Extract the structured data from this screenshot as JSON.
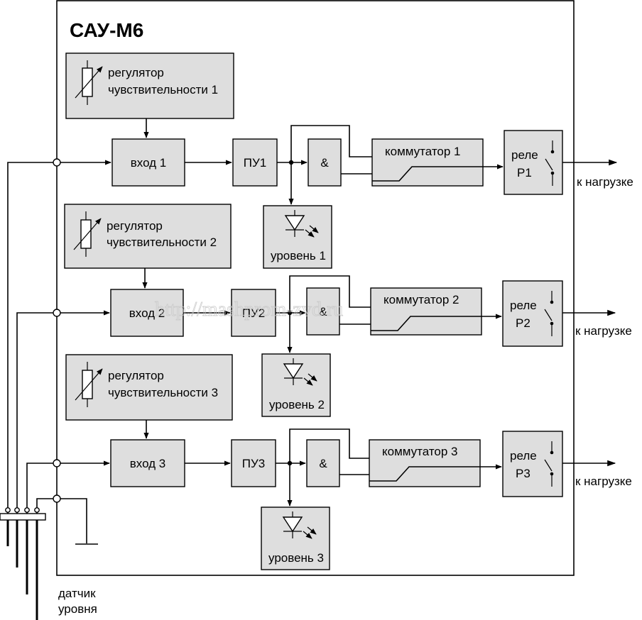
{
  "title": "САУ-М6",
  "channels": [
    {
      "regulator_line1": "регулятор",
      "regulator_line2": "чувствительности 1",
      "input": "вход 1",
      "pu": "ПУ1",
      "and": "&",
      "switch": "коммутатор 1",
      "relay_line1": "реле",
      "relay_line2": "Р1",
      "level": "уровень 1",
      "load": "к нагрузке"
    },
    {
      "regulator_line1": "регулятор",
      "regulator_line2": "чувствительности 2",
      "input": "вход 2",
      "pu": "ПУ2",
      "and": "&",
      "switch": "коммутатор 2",
      "relay_line1": "реле",
      "relay_line2": "Р2",
      "level": "уровень 2",
      "load": "к нагрузке"
    },
    {
      "regulator_line1": "регулятор",
      "regulator_line2": "чувствительности 3",
      "input": "вход 3",
      "pu": "ПУ3",
      "and": "&",
      "switch": "коммутатор 3",
      "relay_line1": "реле",
      "relay_line2": "Р3",
      "level": "уровень 3",
      "load": "к нагрузке"
    }
  ],
  "sensor_line1": "датчик",
  "sensor_line2": "уровня",
  "watermark": "http://mashprom-zvd.ru",
  "icons": [
    "variable-resistor-icon",
    "led-icon",
    "relay-contact-icon",
    "ground-icon",
    "level-sensor-electrode-icon"
  ]
}
